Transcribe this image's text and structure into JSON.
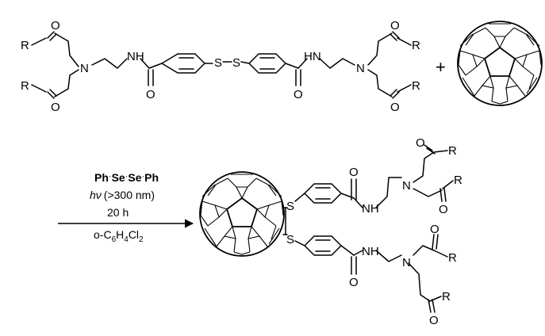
{
  "atoms": {
    "R": "R",
    "O": "O",
    "N": "N",
    "NH": "NH",
    "HN": "HN",
    "S": "S"
  },
  "plus": "+",
  "conditions": {
    "reagent_ph1": "Ph",
    "reagent_se1": "Se",
    "reagent_se2": "Se",
    "reagent_ph2": "Ph",
    "light_symbol": "hν",
    "light_wavelength": "(>300 nm)",
    "time": "20 h",
    "solvent_prefix": "o-C",
    "solvent_sub1": "6",
    "solvent_mid": "H",
    "solvent_sub2": "4",
    "solvent_cl": "Cl",
    "solvent_sub3": "2"
  }
}
